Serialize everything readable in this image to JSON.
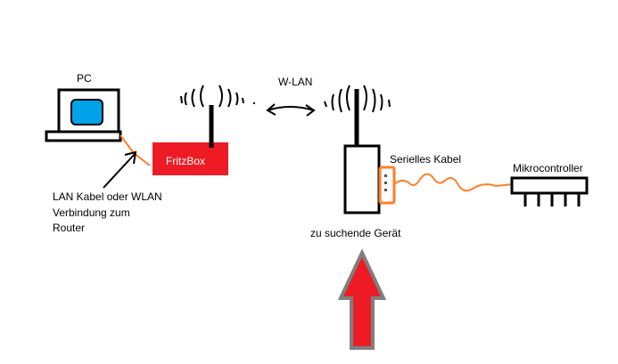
{
  "labels": {
    "pc": "PC",
    "router": "FritzBox",
    "wifi": "W-LAN",
    "lan_line1": "LAN Kabel oder WLAN",
    "lan_line2": "Verbindung zum",
    "lan_line3": "Router",
    "device": "zu suchende Gerät",
    "serial": "Serielles Kabel",
    "mcu": "Mikrocontroller"
  },
  "colors": {
    "router_fill": "#ed1c24",
    "screen_fill": "#00a2e8",
    "cable": "#ff7f27",
    "arrow_fill": "#ed1c24",
    "arrow_stroke": "#7f7f7f",
    "ink": "#000000"
  },
  "icons": {
    "pc": "computer-icon",
    "router": "router-icon",
    "device": "device-icon",
    "mcu": "microcontroller-icon",
    "arrow": "up-arrow-icon"
  }
}
